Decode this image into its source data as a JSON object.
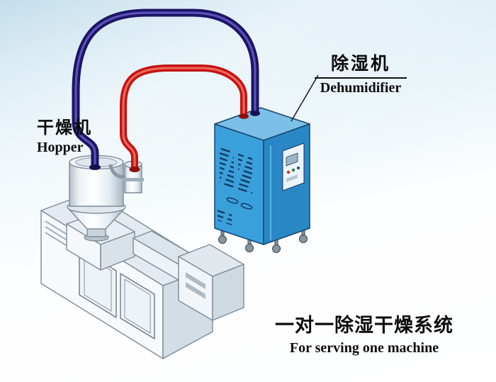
{
  "labels": {
    "dehumidifier": {
      "cn": "除湿机",
      "en": "Dehumidifier"
    },
    "hopper": {
      "cn": "干燥机",
      "en": "Hopper"
    },
    "caption": {
      "cn": "一对一除湿干燥系统",
      "en": "For serving one machine"
    }
  },
  "colors": {
    "pipe_navy": "#1c1464",
    "pipe_navy_highlight": "#5a52b8",
    "pipe_red": "#c41414",
    "pipe_red_highlight": "#ef6a5a",
    "dehumidifier_top": "#7cc0e8",
    "dehumidifier_front": "#3aa0dc",
    "dehumidifier_side": "#2a87c6",
    "background_top": "#c3deec"
  },
  "diagram": {
    "type": "equipment-diagram",
    "description": "One-to-one dehumidifying drying system: a dehumidifier connected by two hoses to a hopper dryer mounted on an extruder machine"
  }
}
